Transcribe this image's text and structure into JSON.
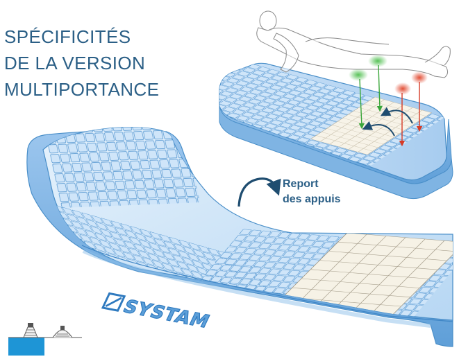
{
  "title": {
    "lines": [
      "SPÉCIFICITÉS",
      "DE LA VERSION",
      "MULTIPORTANCE"
    ]
  },
  "annotation": {
    "lines": [
      "Report",
      "des appuis"
    ]
  },
  "brand": {
    "text": "SYSTAM"
  },
  "colors": {
    "title": "#2b5f86",
    "foam_light": "#dcecfa",
    "foam_mid": "#a8cdf0",
    "foam_dark": "#6aa6da",
    "outline": "#4a8fc9",
    "insert": "#f4f0e4",
    "green": "#5ec45e",
    "red": "#e04a32"
  },
  "icons": [
    "curved-arrow-icon",
    "support-cone-icon",
    "body-outline-icon"
  ]
}
